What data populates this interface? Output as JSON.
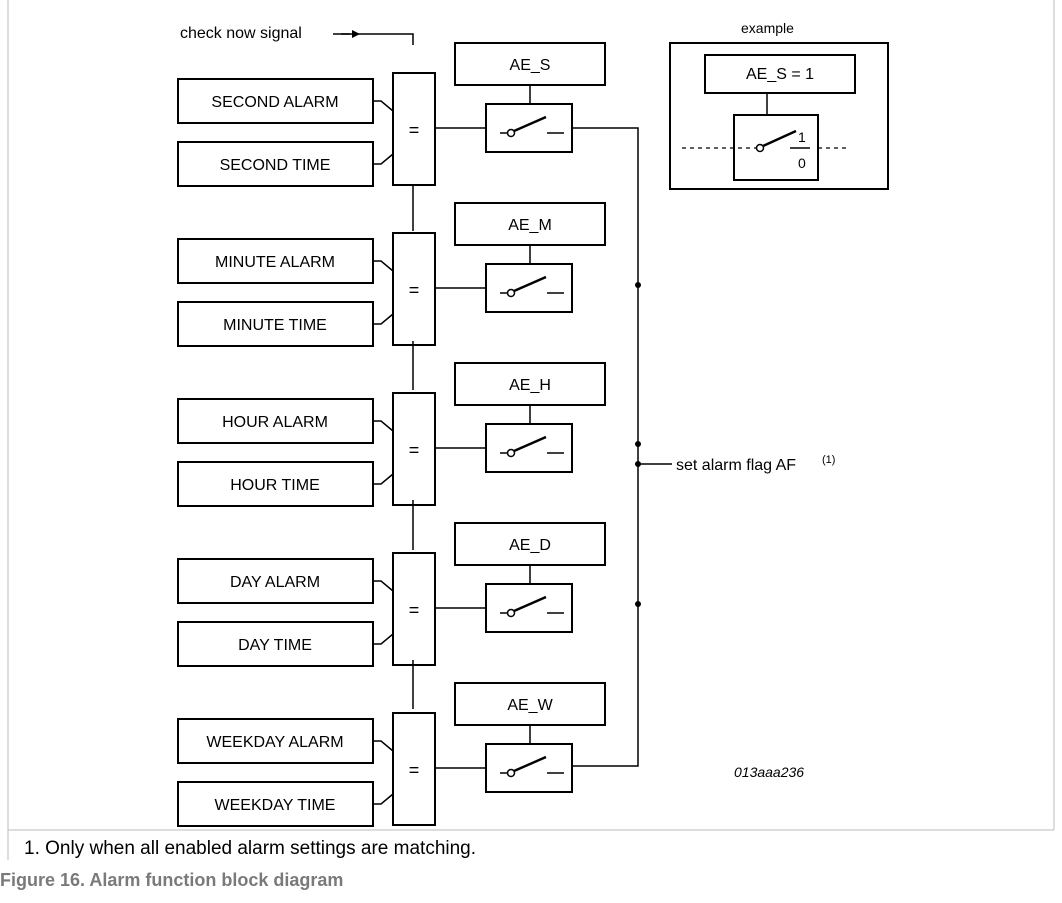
{
  "diagram": {
    "check_signal": "check now signal",
    "equals": "=",
    "output_label": "set alarm flag AF",
    "output_sup": "(1)",
    "figure_id": "013aaa236",
    "groups": [
      {
        "alarm": "SECOND ALARM",
        "time": "SECOND TIME",
        "enable": "AE_S"
      },
      {
        "alarm": "MINUTE ALARM",
        "time": "MINUTE TIME",
        "enable": "AE_M"
      },
      {
        "alarm": "HOUR ALARM",
        "time": "HOUR TIME",
        "enable": "AE_H"
      },
      {
        "alarm": "DAY ALARM",
        "time": "DAY TIME",
        "enable": "AE_D"
      },
      {
        "alarm": "WEEKDAY ALARM",
        "time": "WEEKDAY TIME",
        "enable": "AE_W"
      }
    ],
    "example": {
      "title": "example",
      "enable_label": "AE_S = 1",
      "switch_on": "1",
      "switch_off": "0"
    }
  },
  "footnote": "1.  Only when all enabled alarm settings are matching.",
  "caption": "Figure 16.  Alarm function block diagram"
}
